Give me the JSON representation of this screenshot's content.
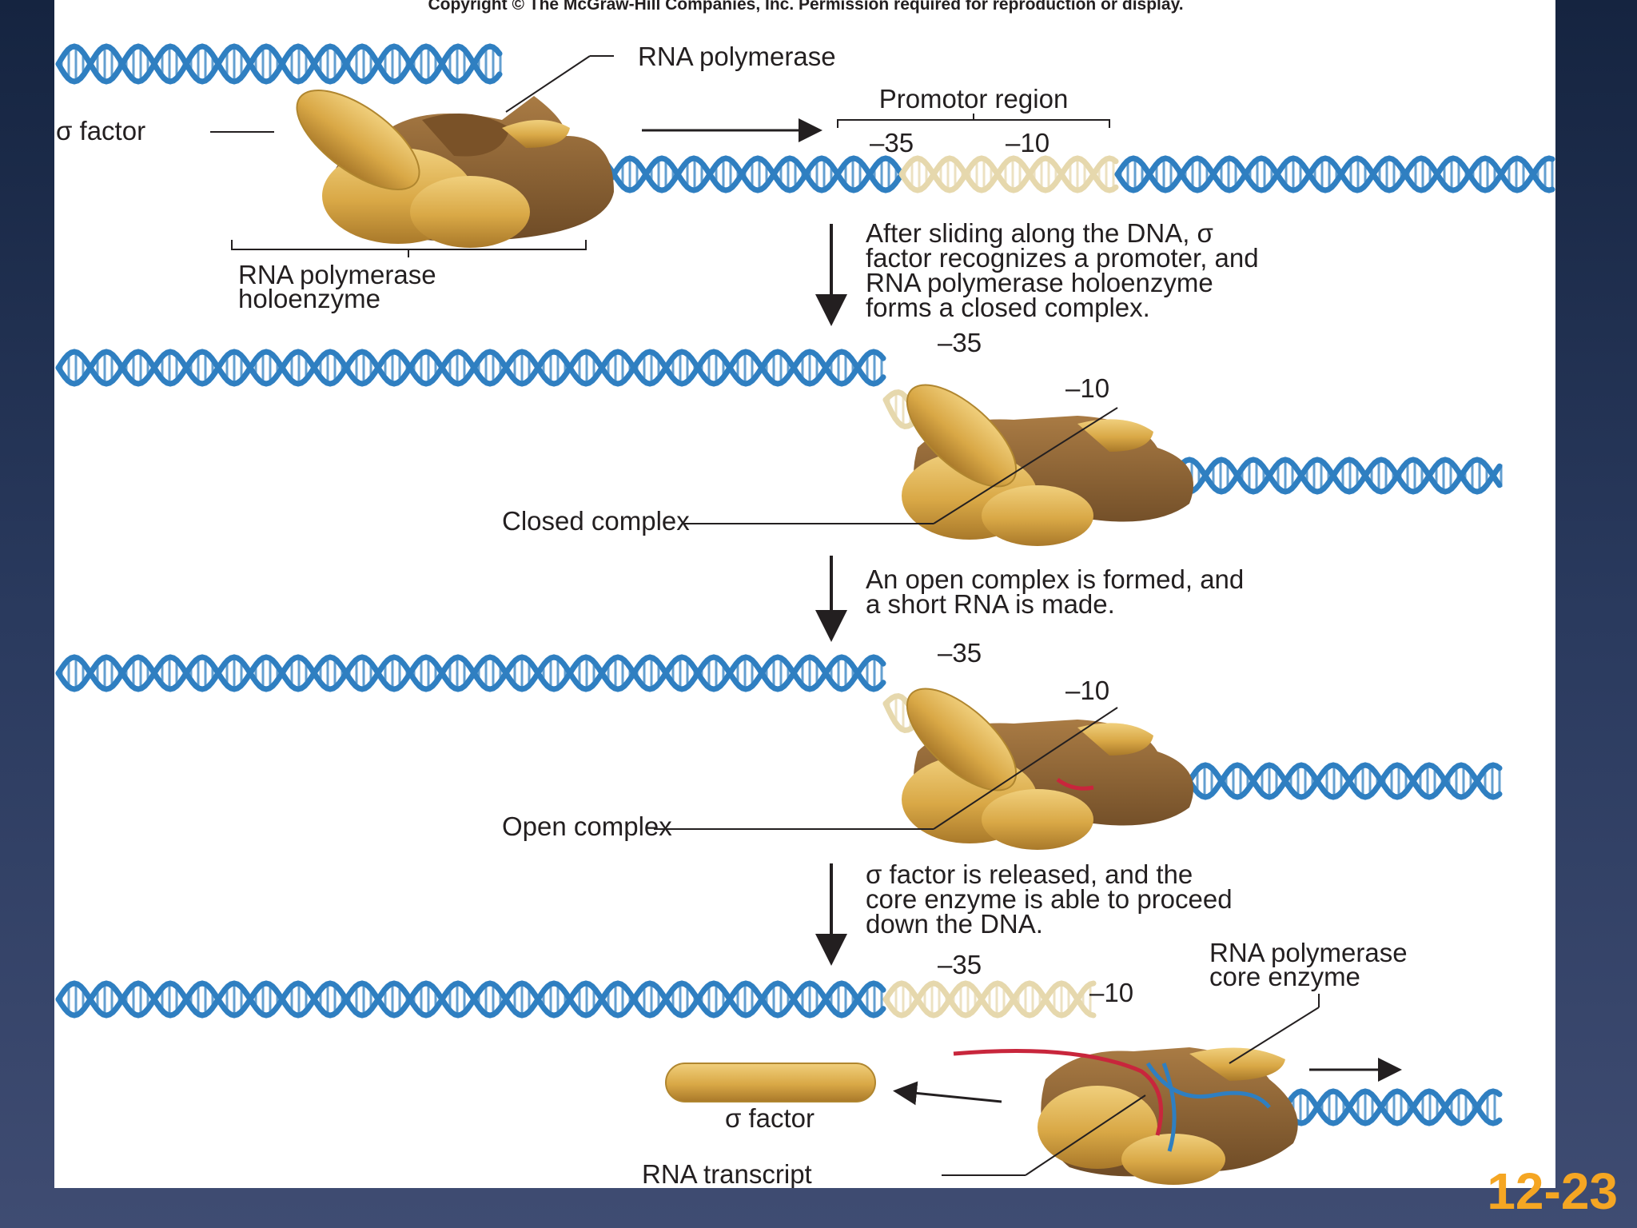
{
  "copyright": "Copyright © The McGraw-Hill Companies, Inc. Permission required for reproduction or display.",
  "slide_number": "12-23",
  "labels": {
    "rna_polymerase": "RNA polymerase",
    "sigma_factor": "σ factor",
    "promoter_region": "Promotor region",
    "minus35": "–35",
    "minus10": "–10",
    "holoenzyme_line1": "RNA polymerase",
    "holoenzyme_line2": "holoenzyme",
    "closed_complex": "Closed complex",
    "open_complex": "Open complex",
    "core_enzyme_line1": "RNA polymerase",
    "core_enzyme_line2": "core enzyme",
    "sigma_factor_released": "σ factor",
    "rna_transcript": "RNA transcript"
  },
  "steps": [
    {
      "line1": "After sliding along the DNA, σ",
      "line2": "factor recognizes a promoter, and",
      "line3": "RNA polymerase holoenzyme",
      "line4": "forms a closed complex."
    },
    {
      "line1": "An open complex is formed, and",
      "line2": "a short RNA is made."
    },
    {
      "line1": "σ factor is released, and the",
      "line2": "core enzyme is able to proceed",
      "line3": "down the DNA."
    }
  ],
  "colors": {
    "dna_blue": "#2f7fc1",
    "promoter_tan": "#e6d8ad",
    "sigma_gold": "#d9a846",
    "polymerase_brown": "#8b6236",
    "rna_red": "#c8263c",
    "slide_number": "#f5a623"
  }
}
